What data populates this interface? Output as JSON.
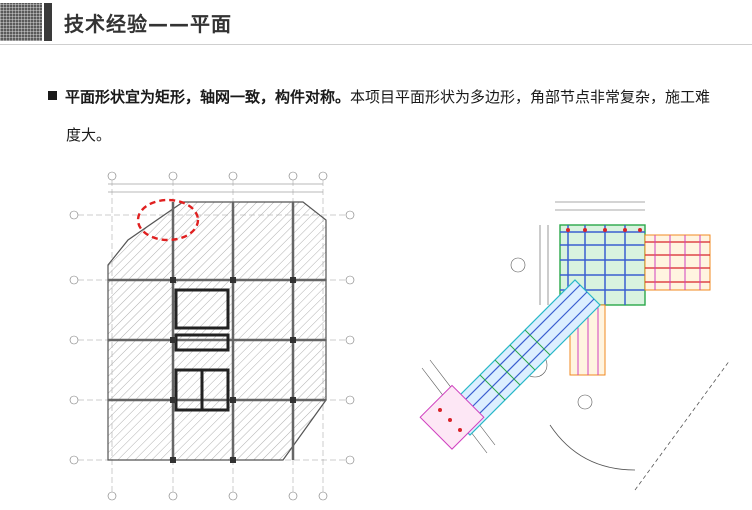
{
  "header": {
    "title": "技术经验——平面"
  },
  "bullet": {
    "bold_text": "平面形状宜为矩形，轴网一致，构件对称。",
    "normal_text": "本项目平面形状为多边形，角部节点非常复杂，施工难",
    "continuation": "度大。"
  },
  "drawings": {
    "floor_plan_icon": "floor-plan-drawing",
    "node_detail_icon": "corner-node-detail-drawing",
    "highlight_color": "#e02020",
    "line_color": "#555555",
    "hatch_color": "#9a9a9a",
    "detail_colors": {
      "rebar_blue": "#3a5fd0",
      "rebar_green": "#2aa84a",
      "rebar_red": "#d8232a",
      "rebar_magenta": "#d040c0",
      "rebar_cyan": "#28b8c8",
      "rebar_orange": "#f08a20"
    }
  }
}
